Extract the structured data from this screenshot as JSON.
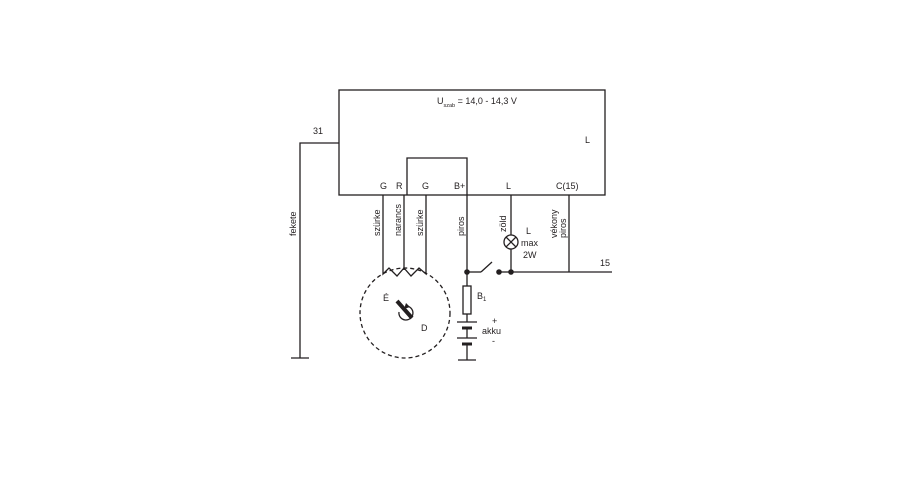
{
  "regulator": {
    "voltage_main": "U",
    "voltage_sub": "szab",
    "voltage_value": " = 14,0 - 14,3 V",
    "corner_label": "L",
    "terminals": [
      "G",
      "R",
      "G",
      "B+",
      "L",
      "C(15)"
    ]
  },
  "wires": {
    "ground_terminal": "31",
    "ground_color": "fekete",
    "g1_color": "szürke",
    "r_color": "narancs",
    "g2_color": "szürke",
    "bplus_color": "piros",
    "l_color": "zöld",
    "c_color_line1": "vékony",
    "c_color_line2": "piros",
    "ignition_terminal": "15"
  },
  "lamp": {
    "name": "L",
    "rating_line1": "max",
    "rating_line2": "2W"
  },
  "fuse": {
    "name": "B",
    "sub": "1"
  },
  "battery": {
    "label": "akku",
    "plus": "+",
    "minus": "-"
  },
  "generator": {
    "excitation_label": "É",
    "rotor_label": "D"
  }
}
